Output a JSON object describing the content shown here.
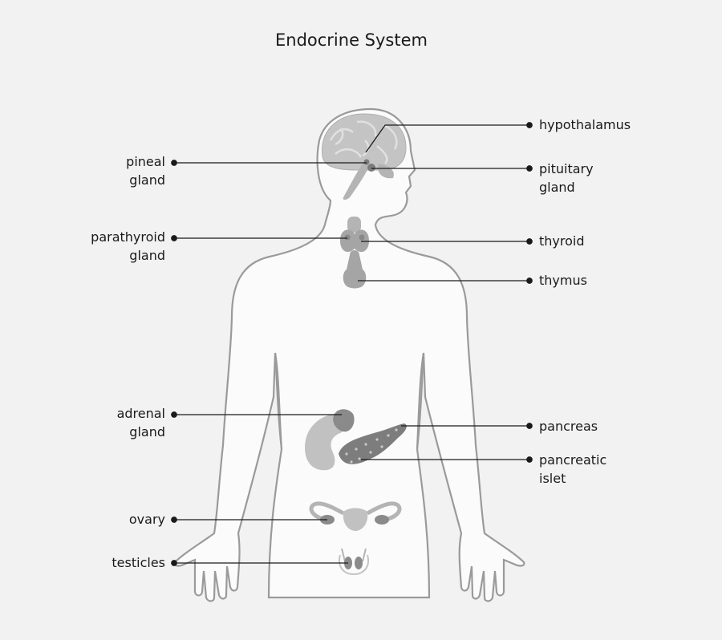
{
  "title": "Endocrine System",
  "colors": {
    "background": "#f2f2f2",
    "body_fill": "#fbfbfb",
    "body_outline": "#9a9a9a",
    "organ_light": "#b8b8b8",
    "organ_mid": "#9c9c9c",
    "organ_dark": "#7b7b7b",
    "leader_line": "#1a1a1a"
  },
  "labels": {
    "hypothalamus": [
      "hypothalamus"
    ],
    "pituitary": [
      "pituitary",
      "gland"
    ],
    "thyroid": [
      "thyroid"
    ],
    "thymus": [
      "thymus"
    ],
    "pancreas": [
      "pancreas"
    ],
    "pancreatic_islet": [
      "pancreatic",
      "islet"
    ],
    "pineal": [
      "pineal",
      "gland"
    ],
    "parathyroid": [
      "parathyroid",
      "gland"
    ],
    "adrenal": [
      "adrenal",
      "gland"
    ],
    "ovary": [
      "ovary"
    ],
    "testicles": [
      "testicles"
    ]
  }
}
